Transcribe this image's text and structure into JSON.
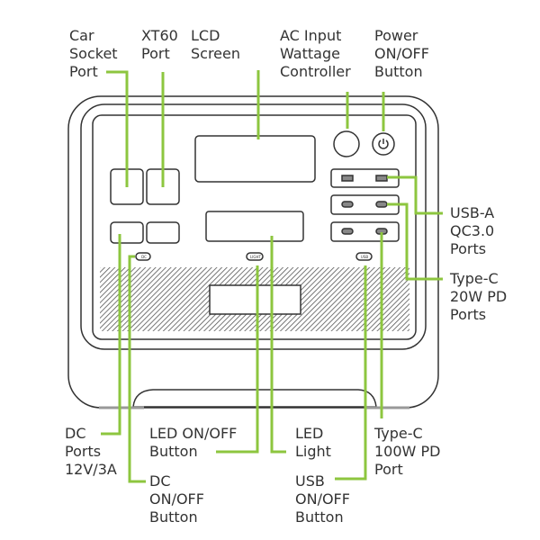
{
  "labels": {
    "car_socket_port": "Car\nSocket\nPort",
    "xt60_port": "XT60\nPort",
    "lcd_screen": "LCD\nScreen",
    "ac_input_wattage_controller": "AC Input\nWattage\nController",
    "power_button": "Power\nON/OFF\nButton",
    "usb_a_ports": "USB-A\nQC3.0\nPorts",
    "type_c_20w_ports": "Type-C\n20W PD\nPorts",
    "dc_ports": "DC\nPorts\n12V/3A",
    "led_button": "LED ON/OFF\nButton",
    "dc_button": "DC\nON/OFF\nButton",
    "led_light": "LED\nLight",
    "usb_button": "USB\nON/OFF\nButton",
    "type_c_100w_port": "Type-C\n100W PD\nPort"
  },
  "device_buttons": {
    "dc": "DC",
    "light": "LIGHT",
    "usb": "USB"
  },
  "colors": {
    "leader_line": "#8dc63f",
    "outline": "#333333",
    "text": "#333333"
  }
}
